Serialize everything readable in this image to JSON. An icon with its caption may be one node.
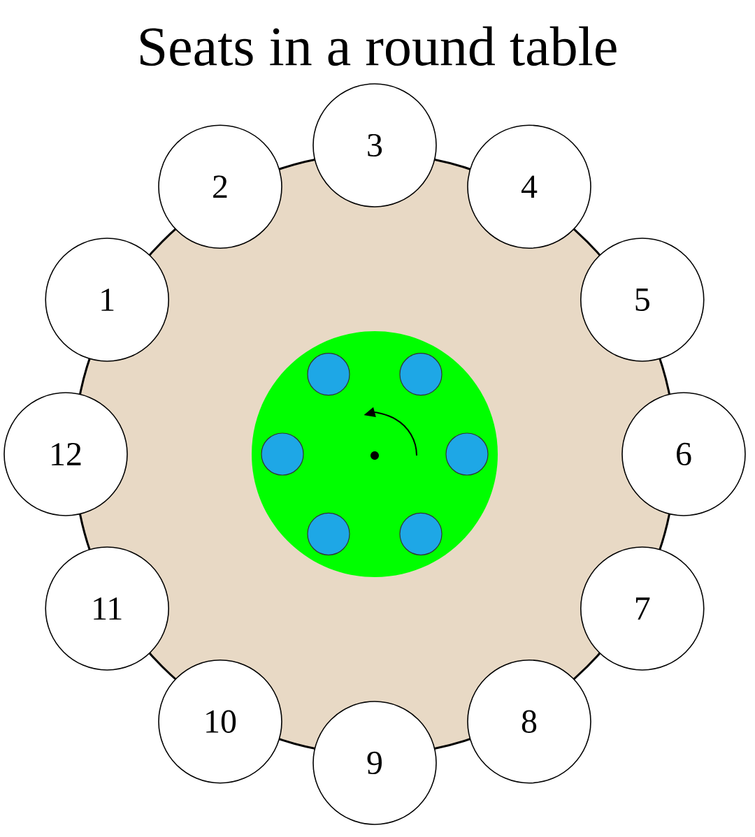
{
  "diagram": {
    "title": "Seats in a round table",
    "nodes": [
      {
        "text": [
          "3"
        ]
      },
      {
        "text": [
          "2"
        ]
      },
      {
        "text": [
          "4"
        ]
      },
      {
        "text": [
          "1"
        ]
      },
      {
        "text": [
          "5"
        ]
      },
      {
        "text": [
          "12"
        ]
      },
      {
        "text": [
          "6"
        ]
      },
      {
        "text": [
          "11"
        ]
      },
      {
        "text": [
          "7"
        ]
      },
      {
        "text": [
          "10"
        ]
      },
      {
        "text": [
          "8"
        ]
      },
      {
        "text": [
          "9"
        ]
      }
    ]
  }
}
